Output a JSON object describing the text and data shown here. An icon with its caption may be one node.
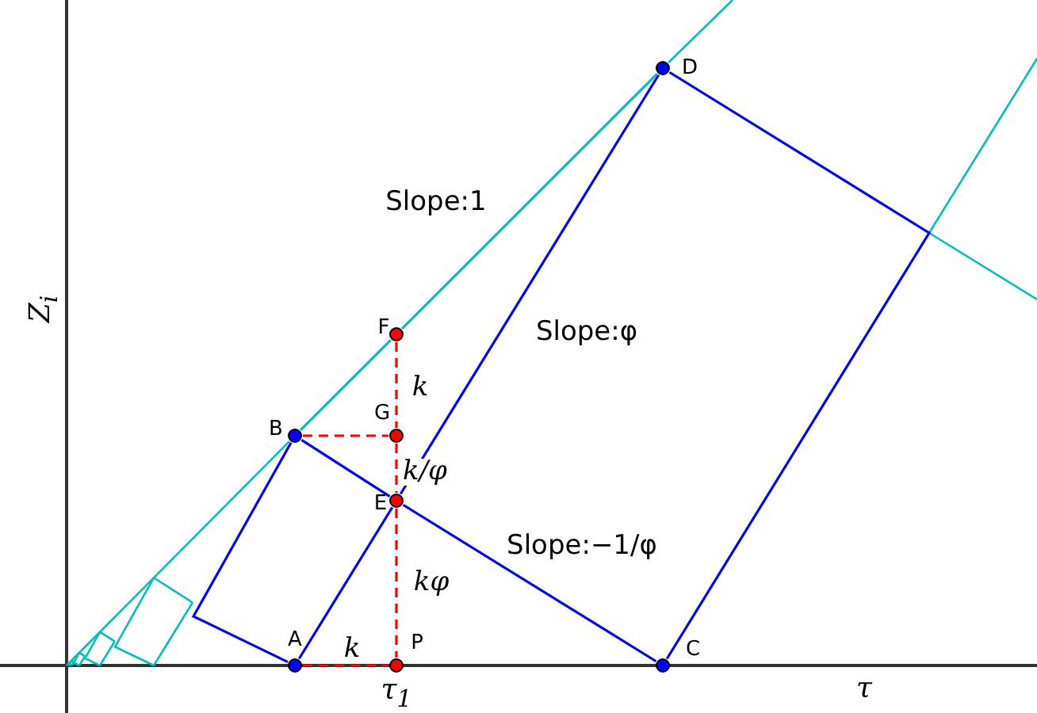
{
  "diagram": {
    "nodes": [
      {
        "text": [],
        "shape": "circle",
        "beside": [
          "D"
        ]
      },
      {
        "text": [],
        "shape": "circle",
        "beside": [
          "F"
        ]
      },
      {
        "text": [],
        "shape": "circle",
        "beside": [
          "B"
        ]
      },
      {
        "text": [],
        "shape": "circle",
        "beside": [
          "G"
        ]
      },
      {
        "text": [],
        "shape": "circle",
        "beside": [
          "E"
        ]
      },
      {
        "text": [],
        "shape": "circle",
        "beside": [
          "A"
        ]
      },
      {
        "text": [],
        "shape": "circle",
        "beside": [
          "P"
        ]
      },
      {
        "text": [],
        "shape": "circle",
        "beside": [
          "C"
        ]
      }
    ],
    "edges": [
      {
        "from": 5,
        "to": 4,
        "arrow": "none"
      },
      {
        "from": 4,
        "to": 0,
        "arrow": "none"
      },
      {
        "from": 2,
        "to": 4,
        "arrow": "none"
      },
      {
        "from": 4,
        "to": 7,
        "arrow": "none"
      },
      {
        "from": 2,
        "to": 5,
        "arrow": "none"
      },
      {
        "from": 0,
        "to": 7,
        "arrow": "none"
      },
      {
        "from": 2,
        "to": 3,
        "arrow": "none",
        "style": "dashed",
        "color": "#ff0000"
      },
      {
        "from": 1,
        "to": 3,
        "arrow": "none",
        "style": "dashed",
        "color": "#ff0000",
        "label": "k"
      },
      {
        "from": 3,
        "to": 4,
        "arrow": "none",
        "style": "dashed",
        "color": "#ff0000",
        "label": "k/φ"
      },
      {
        "from": 4,
        "to": 6,
        "arrow": "none",
        "style": "dashed",
        "color": "#ff0000",
        "label": "kφ"
      },
      {
        "from": 5,
        "to": 6,
        "arrow": "none",
        "style": "dashed",
        "color": "#ff0000",
        "label": "k"
      },
      {
        "from": 2,
        "to": 1,
        "arrow": "none",
        "color": "#00bfbf"
      },
      {
        "from": 1,
        "to": 0,
        "arrow": "none",
        "color": "#00bfbf"
      }
    ],
    "labels": [
      "Slope:1",
      "Z$_{i}$",
      "Slope:φ",
      "Slope:−1/φ",
      "τ$_{1}$",
      "τ"
    ]
  }
}
